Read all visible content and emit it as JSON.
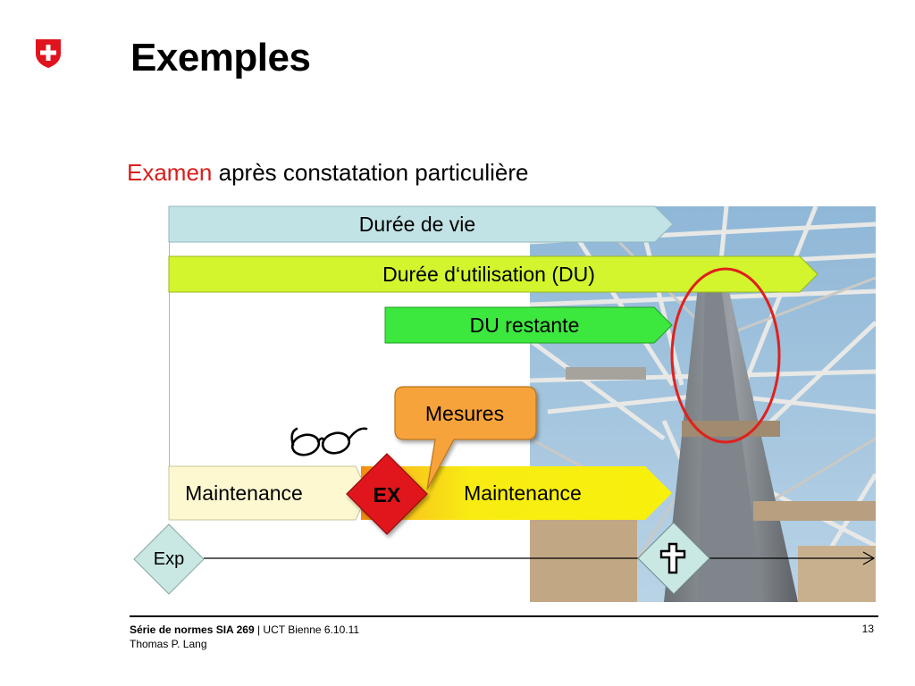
{
  "slide": {
    "title": "Exemples",
    "subtitle_accent": "Examen",
    "subtitle_rest": " après constatation particulière"
  },
  "bars": {
    "duree_de_vie": "Durée de vie",
    "duree_utilisation": "Durée d‘utilisation (DU)",
    "du_restante": "DU restante",
    "maintenance_left": "Maintenance",
    "maintenance_right": "Maintenance"
  },
  "markers": {
    "callout": "Mesures",
    "ex": "EX",
    "exp": "Exp"
  },
  "footer": {
    "series": "Série de normes SIA 269",
    "separator": " | ",
    "event": "UCT Bienne 6.10.11",
    "author": "Thomas P. Lang",
    "page": "13"
  },
  "icons": {
    "logo": "swiss-cross-shield-icon",
    "glasses": "glasses-icon",
    "end_of_life": "latin-cross-icon",
    "photo": "crane-structure-photo"
  },
  "colors": {
    "accent_red": "#d7201c",
    "duree_de_vie": "#c1e3e6",
    "duree_utilisation": "#d2f52e",
    "du_restante": "#3ce73e",
    "maintenance_light": "#fdf8d0",
    "maintenance_yellow": "#f7ef10",
    "callout_orange": "#f7a33a",
    "ex_red": "#e0141e",
    "diamond_teal": "#c9e8e4"
  }
}
